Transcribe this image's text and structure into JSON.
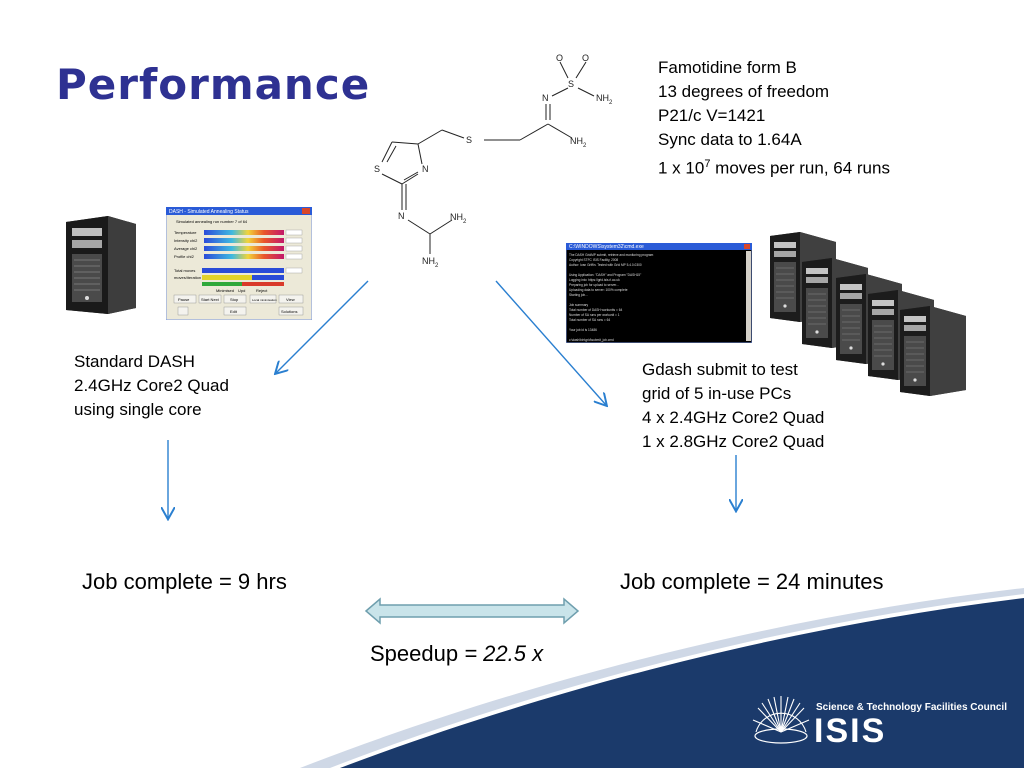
{
  "slide": {
    "title": "Performance",
    "info": {
      "line1": "Famotidine form B",
      "line2": "13 degrees of freedom",
      "line3": "P21/c V=1421",
      "line4": "Sync data to 1.64A",
      "line5_pre": "1 x 10",
      "line5_sup": "7",
      "line5_post": " moves per run, 64 runs"
    },
    "molecule": {
      "atoms": {
        "o1": "O",
        "o2": "O",
        "s1": "S",
        "n1": "N",
        "nh2_a": "NH",
        "nh2_a_sub": "2",
        "nh2_b": "NH",
        "nh2_b_sub": "2",
        "s2": "S",
        "s3": "S",
        "n2": "N",
        "n3": "N",
        "nh2_c": "NH",
        "nh2_c_sub": "2",
        "nh2_d": "NH",
        "nh2_d_sub": "2"
      }
    },
    "dash_window": {
      "title": "DASH - Simulated Annealing Status",
      "run_label": "Simulated annealing run number 7 of 64",
      "rows": [
        "Temperature",
        "Intensity chi2",
        "Average chi2",
        "Profile chi2"
      ],
      "totals": [
        "Total moves",
        "moves/iteration"
      ],
      "legend": [
        "Minimised",
        "Upd",
        "Reject"
      ],
      "buttons": [
        "Pause",
        "Start Next",
        "Stop",
        "Local minimisation",
        "View",
        "Edit",
        "Solutions"
      ]
    },
    "terminal": {
      "title": "C:\\WINDOWS\\system32\\cmd.exe",
      "lines": [
        "The DASH GridMP submit, retrieve and monitoring program",
        "Copyright STFC ISIS Facility, 2008",
        "Author: Ivan Griffin. Tested with Grid MP 5.4.0.0300",
        "",
        "Using Application: \"DASH\" and Program \"DASH15\"",
        "Logging into: https://grid.isis.rl.ac.uk",
        "Preparing job for upload to server...",
        "Uploading data to server: 100% complete",
        "Starting job...",
        "",
        "Job summary",
        "Total number of DASH workunits = 64",
        "Number of SA runs per workunit = 1",
        "Total number of SA runs = 64",
        "",
        "Your job id is 13486",
        "",
        "c:\\dash\\bin\\grid\\submit_job.cmd"
      ]
    },
    "left_note": {
      "line1": "Standard DASH",
      "line2": "2.4GHz Core2 Quad",
      "line3": "using single core"
    },
    "right_note": {
      "line1": "Gdash submit to test",
      "line2": "grid of 5 in-use PCs",
      "line3": "4 x 2.4GHz Core2 Quad",
      "line4": "1 x 2.8GHz Core2 Quad"
    },
    "result_left": "Job complete = 9 hrs",
    "result_right": "Job complete = 24 minutes",
    "speedup_label": "Speedup ",
    "speedup_value": "= 22.5 x",
    "logo": {
      "org": "Science & Technology Facilities Council",
      "name": "ISIS"
    },
    "colors": {
      "title": "#2e3192",
      "arrow": "#2a7fd0",
      "footer": "#1b3a6b",
      "double_arrow_fill": "#c9e4ea",
      "double_arrow_stroke": "#6f9fae"
    }
  }
}
